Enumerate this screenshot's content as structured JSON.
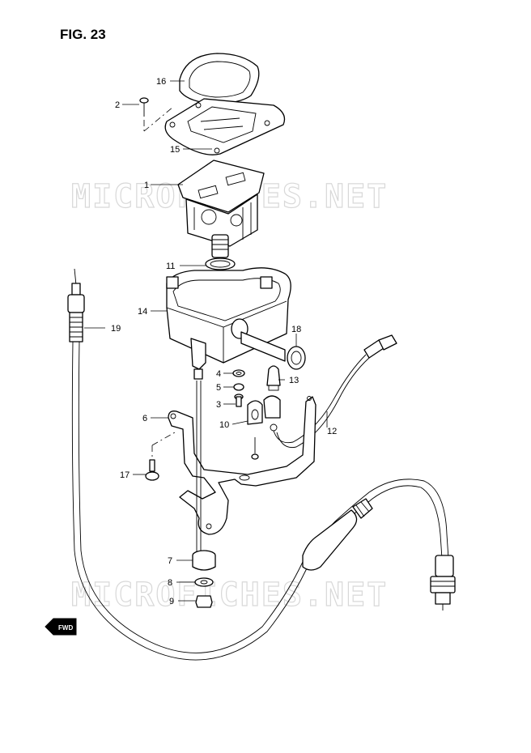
{
  "figure": {
    "title": "FIG. 23"
  },
  "watermark": "MICROFICHES.NET",
  "callouts": [
    {
      "id": "c16",
      "label": "16"
    },
    {
      "id": "c2",
      "label": "2"
    },
    {
      "id": "c15",
      "label": "15"
    },
    {
      "id": "c1",
      "label": "1"
    },
    {
      "id": "c11",
      "label": "11"
    },
    {
      "id": "c14",
      "label": "14"
    },
    {
      "id": "c19",
      "label": "19"
    },
    {
      "id": "c18",
      "label": "18"
    },
    {
      "id": "c4",
      "label": "4"
    },
    {
      "id": "c13",
      "label": "13"
    },
    {
      "id": "c5",
      "label": "5"
    },
    {
      "id": "c3",
      "label": "3"
    },
    {
      "id": "c6",
      "label": "6"
    },
    {
      "id": "c10",
      "label": "10"
    },
    {
      "id": "c12",
      "label": "12"
    },
    {
      "id": "c17",
      "label": "17"
    },
    {
      "id": "c7",
      "label": "7"
    },
    {
      "id": "c8",
      "label": "8"
    },
    {
      "id": "c9",
      "label": "9"
    }
  ],
  "direction_badge": "FWD"
}
